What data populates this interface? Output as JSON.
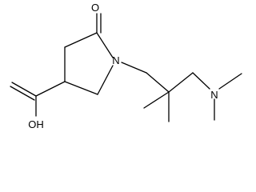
{
  "molecule": {
    "atoms": {
      "oxygen_ketone": "O",
      "nitrogen_ring": "N",
      "nitrogen_amine": "N",
      "hydroxyl": "OH"
    },
    "colors": {
      "ink": "#000000",
      "background": "#ffffff"
    }
  }
}
